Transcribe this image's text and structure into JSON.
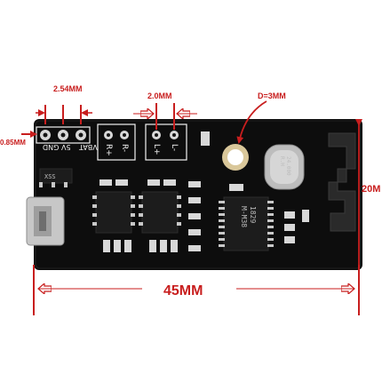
{
  "colors": {
    "annotation": "#c81e1e",
    "board": "#0d0d0d",
    "silkscreen": "#f2f2f2",
    "pad": "#d8d8d8",
    "chip": "#1c1c1c"
  },
  "dimensions": {
    "pin_pitch": "2.54MM",
    "speaker_pitch": "2.0MM",
    "hole_diameter": "D=3MM",
    "pad_size": "0.85MM",
    "board_length": "45MM",
    "board_width": "20M"
  },
  "board": {
    "power_labels": [
      "GND",
      "5V",
      "VBAT"
    ],
    "right_labels": [
      "R+",
      "R-"
    ],
    "left_labels": [
      "L+",
      "L-"
    ],
    "chip_lines": [
      "M-M38",
      "1829"
    ],
    "crystal_lines": [
      "R.H",
      "24.000"
    ],
    "small_chip_label": "XSS"
  }
}
